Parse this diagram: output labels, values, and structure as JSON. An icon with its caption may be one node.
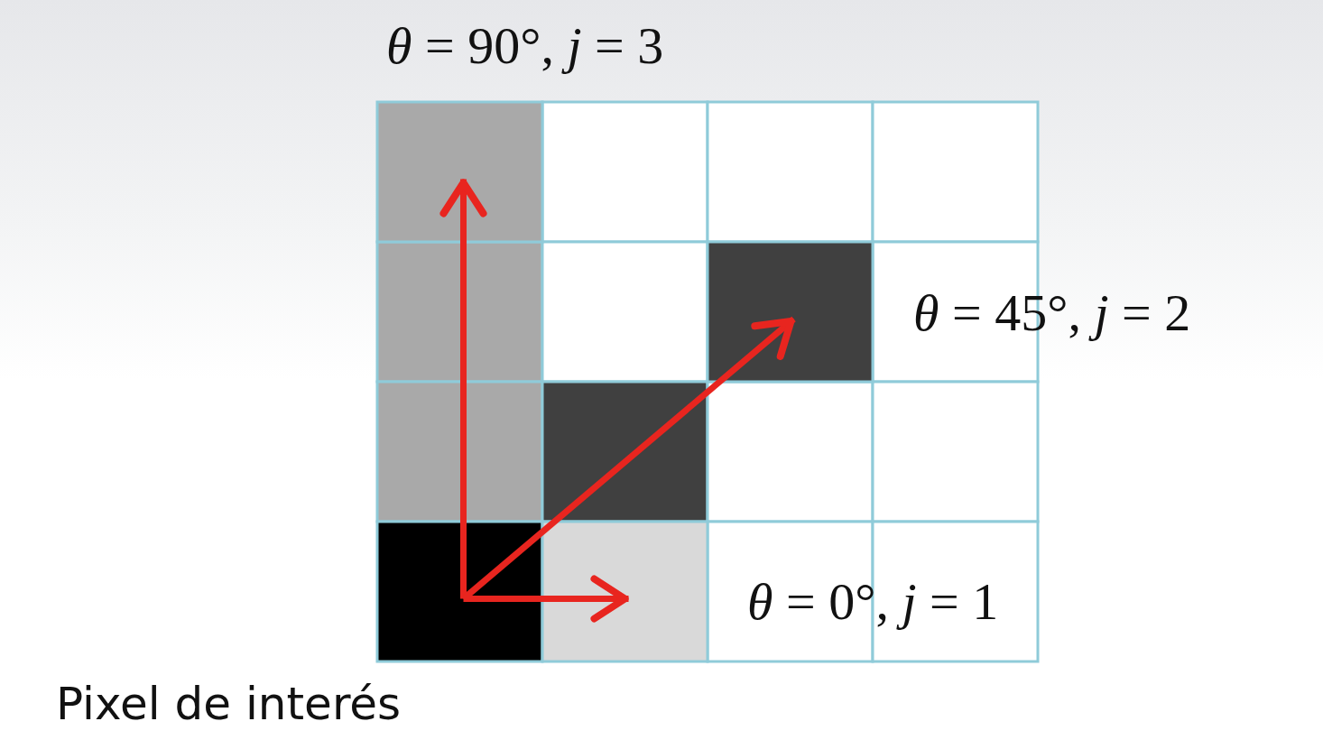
{
  "diagram": {
    "nodes": [
      {
        "text": [],
        "shape": "box"
      },
      {
        "text": [],
        "shape": "box"
      },
      {
        "text": [],
        "shape": "box",
        "beside": [
          "Pixel de interés"
        ]
      },
      {
        "text": [],
        "shape": "box"
      }
    ],
    "edges": [
      {
        "from": 2,
        "to": 0,
        "arrow": "to"
      },
      {
        "from": 2,
        "to": 1,
        "arrow": "to"
      },
      {
        "from": 2,
        "to": 3,
        "arrow": "to"
      }
    ],
    "labels": [
      "*θ* = 90°, *j* = 3",
      "*θ* = 45°, *j* = 2",
      "*θ* = 0°, *j* = 1"
    ]
  }
}
